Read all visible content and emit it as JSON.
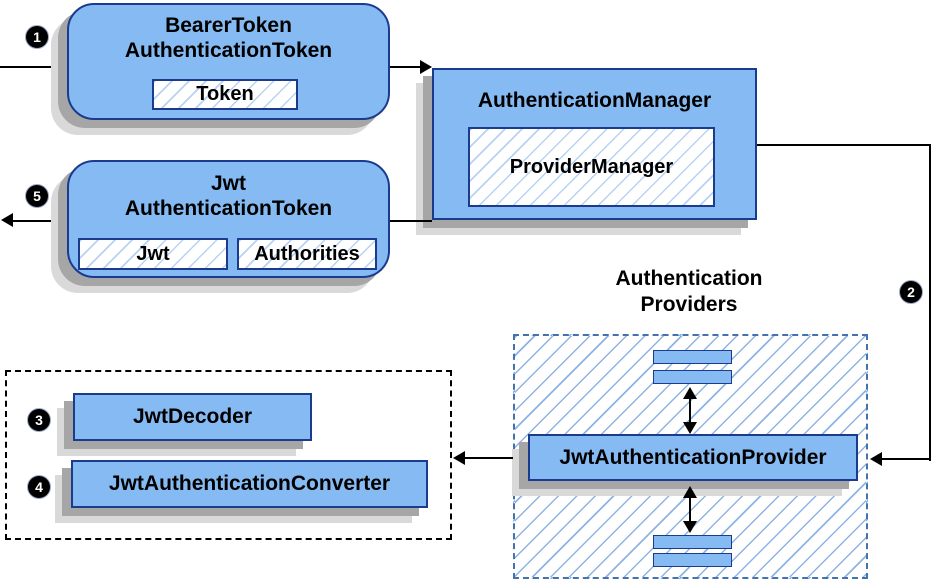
{
  "colors": {
    "node_fill": "#85baf2",
    "node_border": "#1b3b8c",
    "hatch_line": "#b7d2f5",
    "container_hatch_line": "#8db4e4",
    "blue_dash_border": "#4472ae",
    "shadow_dark": "#a6a6a6",
    "shadow_light": "#d9d9d9",
    "connector": "#000000",
    "text": "#000000"
  },
  "steps": {
    "s1": "1",
    "s2": "2",
    "s3": "3",
    "s4": "4",
    "s5": "5"
  },
  "nodes": {
    "bearer_token": {
      "title_line1": "BearerToken",
      "title_line2": "AuthenticationToken",
      "field": "Token"
    },
    "authentication_manager": {
      "title": "AuthenticationManager",
      "inner": "ProviderManager"
    },
    "jwt_authentication_token": {
      "title_line1": "Jwt",
      "title_line2": "AuthenticationToken",
      "field1": "Jwt",
      "field2": "Authorities"
    },
    "providers_group": {
      "label_line1": "Authentication",
      "label_line2": "Providers"
    },
    "jwt_authentication_provider": {
      "title": "JwtAuthenticationProvider"
    },
    "jwt_decoder": {
      "title": "JwtDecoder"
    },
    "jwt_authentication_converter": {
      "title": "JwtAuthenticationConverter"
    }
  }
}
